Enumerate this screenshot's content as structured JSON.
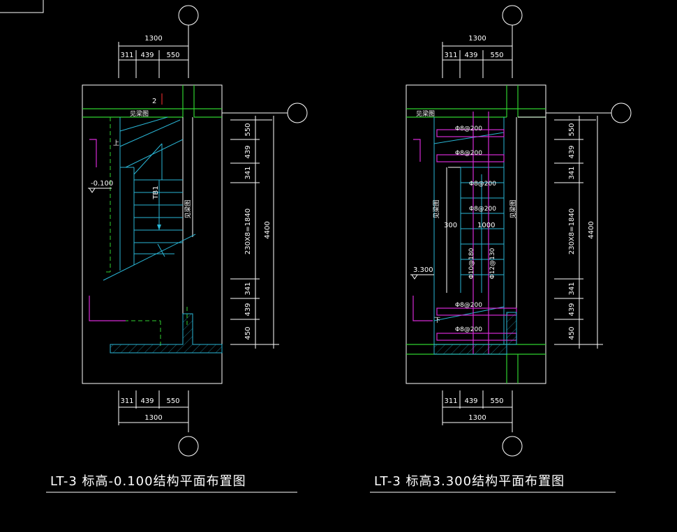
{
  "drawings": [
    {
      "id": "left",
      "title": "LT-3  标高-0.100结构平面布置图",
      "top_dims": {
        "overall": "1300",
        "parts": [
          "311",
          "439",
          "550"
        ]
      },
      "bottom_dims": {
        "overall": "1300",
        "parts": [
          "311",
          "439",
          "550"
        ]
      },
      "side_dims": [
        "550",
        "439",
        "341",
        "230X8=1840",
        "341",
        "439",
        "450"
      ],
      "side_total": "4400",
      "labels": {
        "axis_number": "2",
        "beam_ref": "见梁图",
        "beam_ref_v": "见梁图",
        "up": "上",
        "elevation": "-0.100",
        "stair": "TB1"
      }
    },
    {
      "id": "right",
      "title": "LT-3  标高3.300结构平面布置图",
      "top_dims": {
        "overall": "1300",
        "parts": [
          "311",
          "439",
          "550"
        ]
      },
      "bottom_dims": {
        "overall": "1300",
        "parts": [
          "311",
          "439",
          "550"
        ]
      },
      "side_dims": [
        "550",
        "439",
        "341",
        "230X8=1840",
        "341",
        "439",
        "450"
      ],
      "side_total": "4400",
      "labels": {
        "beam_ref": "见梁图",
        "beam_ref_v1": "见梁图",
        "beam_ref_v2": "见梁图",
        "elevation": "3.300",
        "up": "下",
        "rebar": [
          "Φ8@200",
          "Φ8@200",
          "Φ8@200",
          "Φ8@200",
          "Φ8@200",
          "Φ8@200"
        ],
        "rebar_v": [
          "Φ10@180",
          "Φ12@130"
        ],
        "span1": "300",
        "span2": "1000"
      }
    }
  ],
  "colors": {
    "background": "#000000",
    "outline": "#ffffff",
    "wall": "#2fd12f",
    "stair": "#2ab6d6",
    "rebar": "#d62ad6",
    "axis_mark": "#ff3030"
  }
}
